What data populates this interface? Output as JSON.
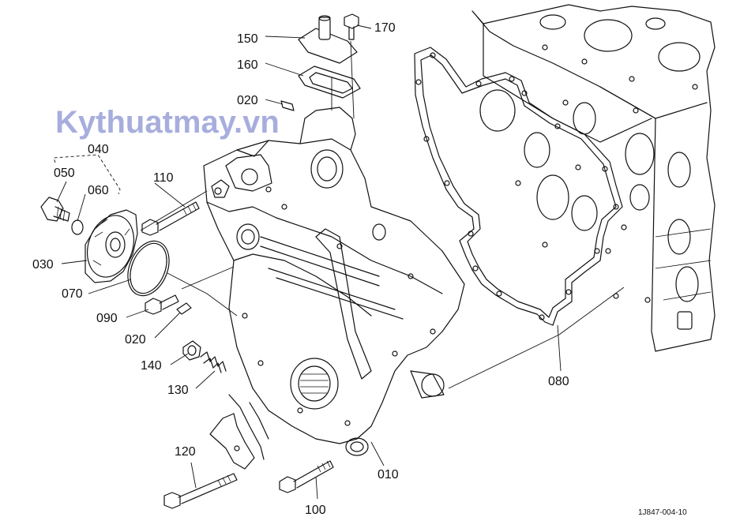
{
  "watermark": "Kythuatmay.vn",
  "reference_code": "1J847-004-10",
  "part_labels": {
    "p150": "150",
    "p170": "170",
    "p160": "160",
    "p020a": "020",
    "p040": "040",
    "p050": "050",
    "p060": "060",
    "p110": "110",
    "p030": "030",
    "p070": "070",
    "p090": "090",
    "p020b": "020",
    "p140": "140",
    "p130": "130",
    "p080": "080",
    "p120": "120",
    "p010": "010",
    "p100": "100"
  }
}
